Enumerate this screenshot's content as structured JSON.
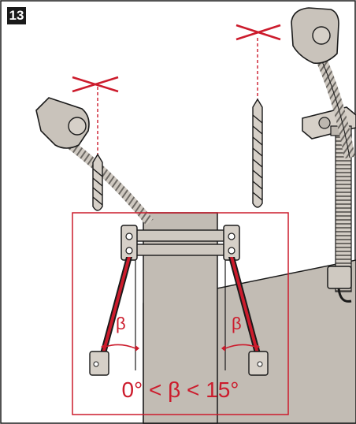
{
  "step": {
    "number": "13"
  },
  "annotations": {
    "beta_left": "β",
    "beta_right": "β",
    "angle_condition": "0° < β < 15°"
  },
  "colors": {
    "accent_red": "#cc1b2c",
    "steel_gray": "#c9c3bb",
    "outline": "#1a1a1a",
    "pillar": "#c2bcb4"
  },
  "icons": {
    "not_allowed_marks": [
      "cross-mark",
      "cross-mark"
    ],
    "tools": [
      "drill-bit",
      "drill-bit"
    ],
    "hardware": [
      "ceiling-bracket",
      "anchor-bolt",
      "threaded-rod",
      "wall-clamp",
      "pipe-clamp",
      "tension-cable"
    ]
  }
}
